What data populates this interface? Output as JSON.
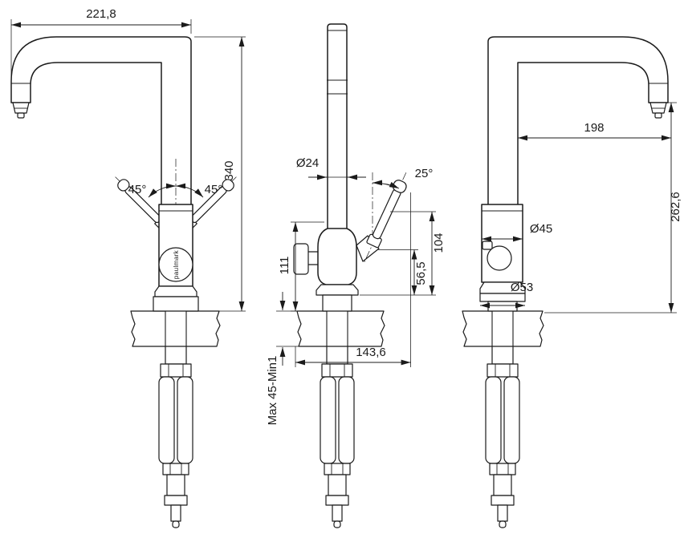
{
  "palette": {
    "line": "#1b1b1b",
    "background": "#ffffff"
  },
  "brand": "paulmark",
  "views": {
    "left": {
      "top_width": "221,8",
      "height": "340",
      "angle_left": "45°",
      "angle_right": "45°"
    },
    "front": {
      "spout_diameter": "Ø24",
      "lever_angle": "25°",
      "body_height": "111",
      "lever_top_height": "104",
      "lever_pivot_height": "56,5",
      "footprint_width": "143,6",
      "mounting_thickness": "Max 45-Min1"
    },
    "right": {
      "reach": "198",
      "outlet_height": "262,6",
      "body_diameter": "Ø45",
      "base_diameter": "Ø53"
    }
  }
}
